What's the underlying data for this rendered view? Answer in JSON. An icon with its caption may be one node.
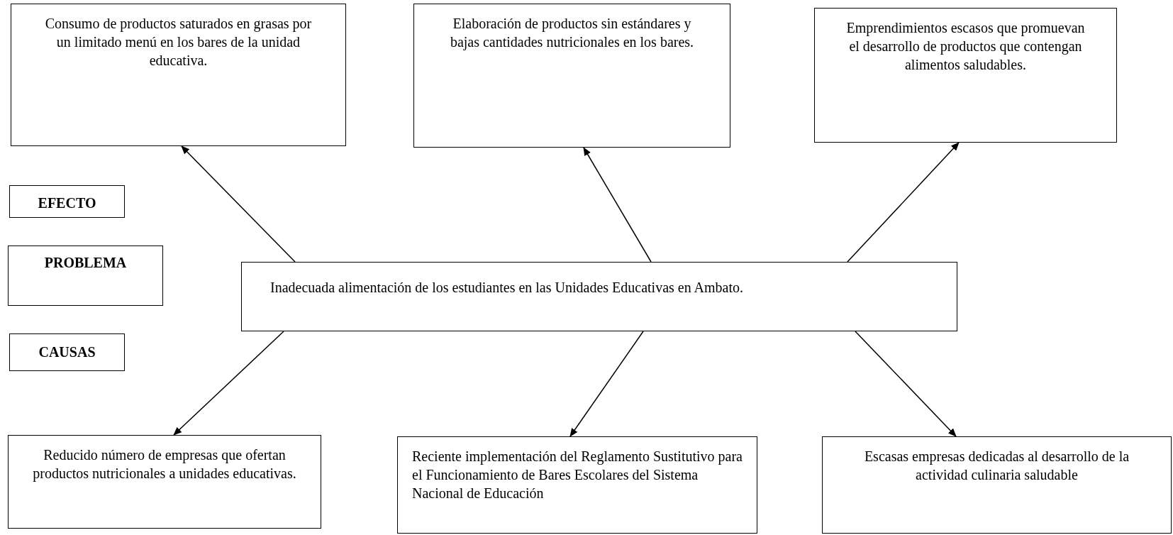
{
  "diagram": {
    "nodes": [
      {
        "text": [
          "Consumo de productos saturados en grasas por un limitado menú en los bares de la unidad educativa."
        ]
      },
      {
        "text": [
          "Elaboración de productos sin estándares y bajas cantidades nutricionales en los bares."
        ]
      },
      {
        "text": [
          "Emprendimientos escasos que promuevan el desarrollo de productos que contengan alimentos saludables."
        ]
      },
      {
        "text": [
          "EFECTO"
        ]
      },
      {
        "text": [
          "PROBLEMA"
        ]
      },
      {
        "text": [
          "Inadecuada alimentación de los estudiantes en las Unidades Educativas en Ambato."
        ]
      },
      {
        "text": [
          "CAUSAS"
        ]
      },
      {
        "text": [
          "Reducido número de empresas que ofertan productos nutricionales a unidades educativas."
        ]
      },
      {
        "text": [
          "Reciente implementación del Reglamento Sustitutivo para el Funcionamiento de Bares Escolares del Sistema Nacional de Educación"
        ]
      },
      {
        "text": [
          "Escasas empresas dedicadas al desarrollo de la actividad culinaria saludable"
        ]
      }
    ],
    "edges": [
      {
        "from": 5,
        "to": 0,
        "arrow": "to"
      },
      {
        "from": 5,
        "to": 1,
        "arrow": "to"
      },
      {
        "from": 5,
        "to": 2,
        "arrow": "to"
      },
      {
        "from": 5,
        "to": 7,
        "arrow": "to"
      },
      {
        "from": 5,
        "to": 8,
        "arrow": "to"
      },
      {
        "from": 5,
        "to": 9,
        "arrow": "to"
      }
    ]
  }
}
